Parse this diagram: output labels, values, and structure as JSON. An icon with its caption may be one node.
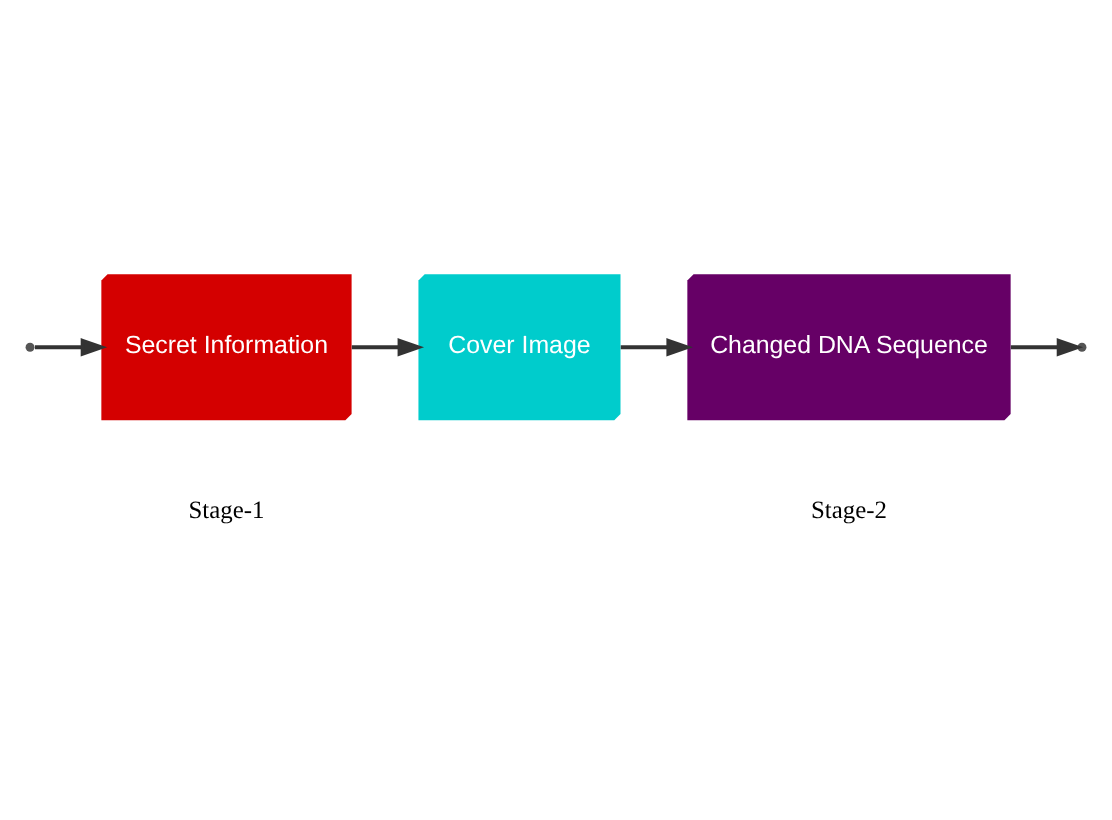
{
  "diagram": {
    "nodes": [
      {
        "text": [
          "Secret Information"
        ]
      },
      {
        "text": [
          "Cover Image"
        ]
      },
      {
        "text": [
          "Changed DNA Sequence"
        ]
      }
    ],
    "edges": [
      {
        "from": null,
        "to": 0,
        "arrow": "to"
      },
      {
        "from": 0,
        "to": 1,
        "arrow": "to"
      },
      {
        "from": 1,
        "to": 2,
        "arrow": "to"
      },
      {
        "from": 2,
        "to": null,
        "arrow": "to"
      }
    ],
    "labels": [
      "Stage-1",
      "Stage-2"
    ]
  }
}
